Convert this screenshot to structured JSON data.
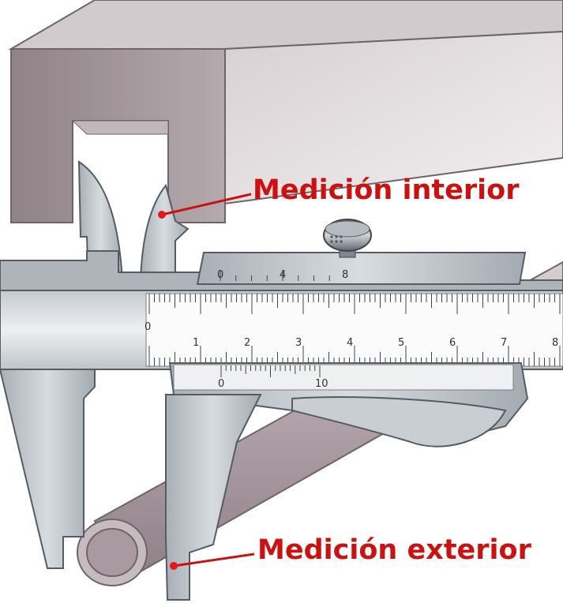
{
  "annotations": {
    "inside": "Medición interior",
    "outside": "Medición exterior"
  },
  "main_scale": {
    "numbers": [
      "0",
      "1",
      "2",
      "3",
      "4",
      "5",
      "6",
      "7",
      "8"
    ]
  },
  "upper_scale": {
    "numbers": [
      "0",
      "4",
      "8"
    ]
  },
  "vernier_scale": {
    "numbers": [
      "0",
      "10"
    ]
  },
  "colors": {
    "label": "#cc1111",
    "block": "#9a8c91",
    "steel": "#b9bfc5",
    "tube": "#b7aab0"
  },
  "icons": {
    "thumbwheel": "knurled-thumb-screw-icon",
    "red_dot": "marker-dot-icon"
  }
}
